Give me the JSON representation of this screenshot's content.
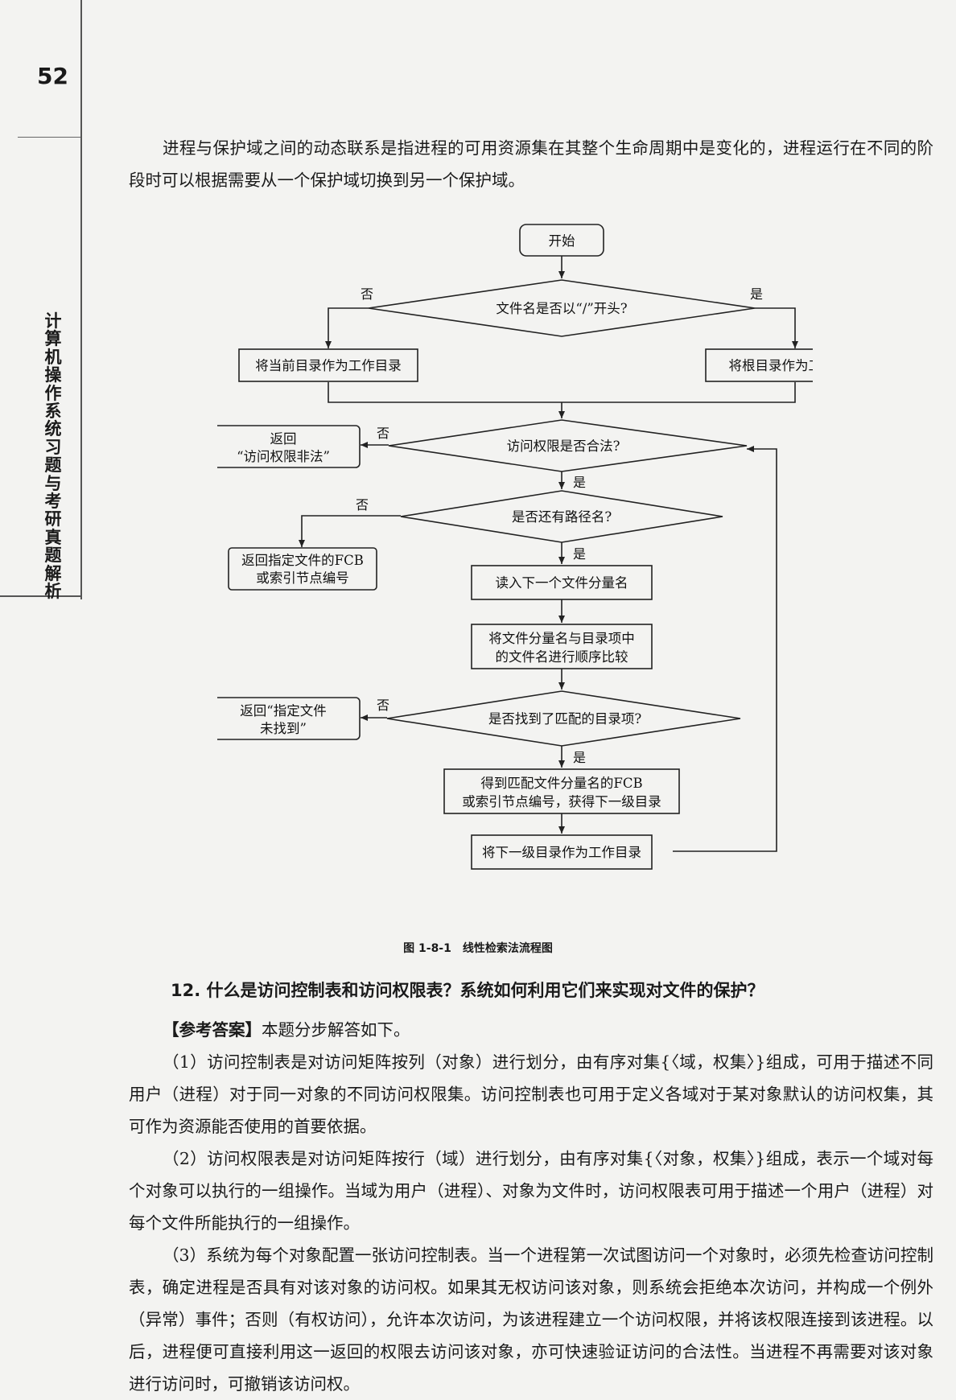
{
  "page_number": "52",
  "side_title": "计算机操作系统习题与考研真题解析",
  "intro_text": "进程与保护域之间的动态联系是指进程的可用资源集在其整个生命周期中是变化的，进程运行在不同的阶段时可以根据需要从一个保护域切换到另一个保护域。",
  "flowchart": {
    "start": "开始",
    "d1": "文件名是否以“/”开头?",
    "d1_no": "否",
    "d1_yes": "是",
    "b_current": "将当前目录作为工作目录",
    "b_root": "将根目录作为工作目录",
    "d2": "访问权限是否合法?",
    "d2_no": "否",
    "d2_yes": "是",
    "r1_l1": "返回",
    "r1_l2": "“访问权限非法”",
    "d3": "是否还有路径名?",
    "d3_no": "否",
    "d3_yes": "是",
    "r2_l1": "返回指定文件的FCB",
    "r2_l2": "或索引节点编号",
    "b_read": "读入下一个文件分量名",
    "b_cmp_l1": "将文件分量名与目录项中",
    "b_cmp_l2": "的文件名进行顺序比较",
    "d4": "是否找到了匹配的目录项?",
    "d4_no": "否",
    "d4_yes": "是",
    "r3_l1": "返回“指定文件",
    "r3_l2": "未找到”",
    "b_get_l1": "得到匹配文件分量名的FCB",
    "b_get_l2": "或索引节点编号，获得下一级目录",
    "b_next": "将下一级目录作为工作目录"
  },
  "caption": "图 1-8-1　线性检索法流程图",
  "question": "12. 什么是访问控制表和访问权限表？系统如何利用它们来实现对文件的保护？",
  "answer": {
    "label": "【参考答案】",
    "lead": "本题分步解答如下。",
    "p1": "（1）访问控制表是对访问矩阵按列（对象）进行划分，由有序对集{〈域，权集〉}组成，可用于描述不同用户（进程）对于同一对象的不同访问权限集。访问控制表也可用于定义各域对于某对象默认的访问权集，其可作为资源能否使用的首要依据。",
    "p2": "（2）访问权限表是对访问矩阵按行（域）进行划分，由有序对集{〈对象，权集〉}组成，表示一个域对每个对象可以执行的一组操作。当域为用户（进程）、对象为文件时，访问权限表可用于描述一个用户（进程）对每个文件所能执行的一组操作。",
    "p3": "（3）系统为每个对象配置一张访问控制表。当一个进程第一次试图访问一个对象时，必须先检查访问控制表，确定进程是否具有对该对象的访问权。如果其无权访问该对象，则系统会拒绝本次访问，并构成一个例外（异常）事件；否则（有权访问），允许本次访问，为该进程建立一个访问权限，并将该权限连接到该进程。以后，进程便可直接利用这一返回的权限去访问该对象，亦可快速验证访问的合法性。当进程不再需要对该对象进行访问时，可撤销该访问权。"
  }
}
